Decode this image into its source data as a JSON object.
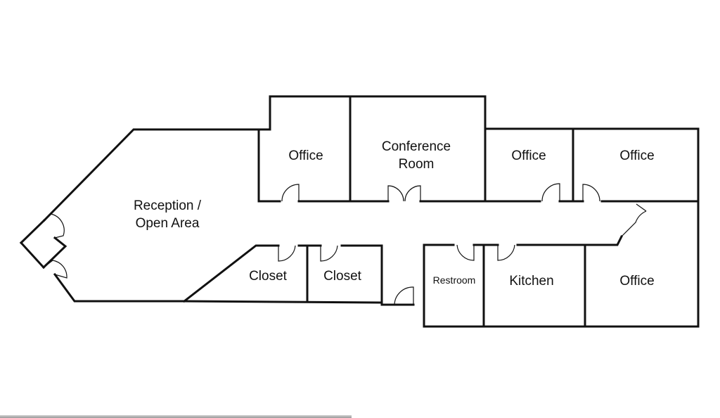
{
  "rooms": {
    "reception": [
      "Reception /",
      "Open Area"
    ],
    "office_1": "Office",
    "conference": [
      "Conference",
      "Room"
    ],
    "office_2": "Office",
    "office_3": "Office",
    "closet_1": "Closet",
    "closet_2": "Closet",
    "restroom": "Restroom",
    "kitchen": "Kitchen",
    "office_4": "Office"
  },
  "colors": {
    "wall": "#111111",
    "background": "#ffffff"
  }
}
